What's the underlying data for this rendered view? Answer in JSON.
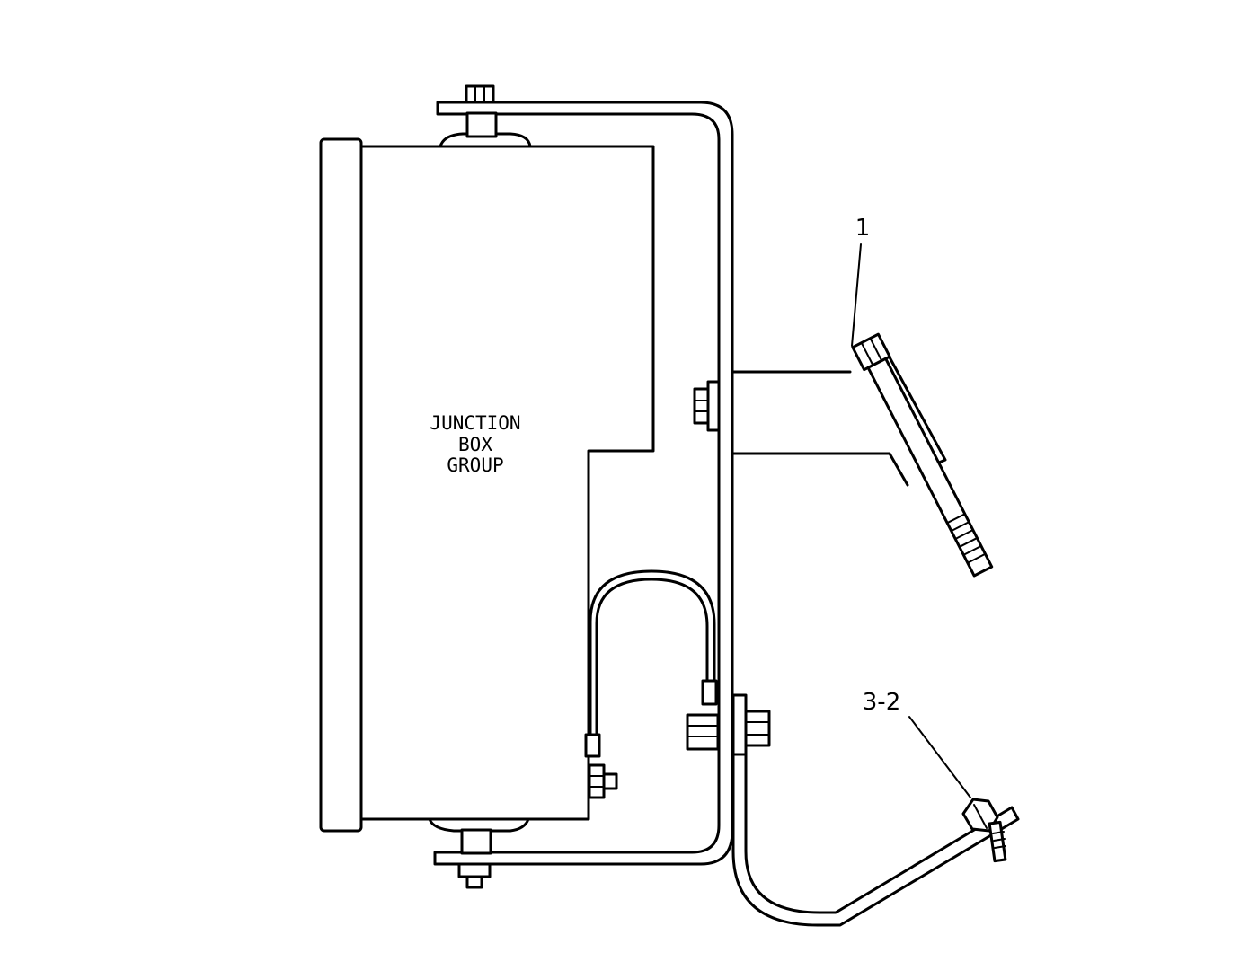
{
  "labels": {
    "box_line1": "JUNCTION",
    "box_line2": "BOX",
    "box_line3": "GROUP"
  },
  "callouts": {
    "part_1": "1",
    "part_3_2": "3-2"
  }
}
